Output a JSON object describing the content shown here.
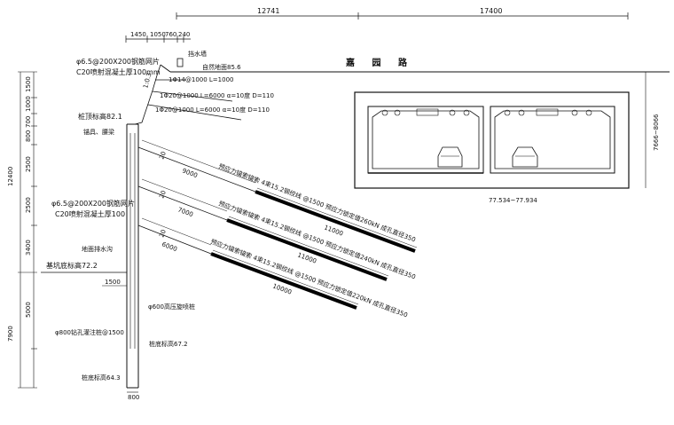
{
  "top_dims": {
    "left_span": "12741",
    "right_span": "17400",
    "small": [
      "1450",
      "1050",
      "760",
      "240"
    ]
  },
  "road": {
    "name": "嘉 园 路"
  },
  "top_notes": {
    "mesh": "φ6.5@200X200钢筋网片",
    "concrete": "C20喷射混凝土厚100mm",
    "water_stop": "挡水墙",
    "ground": "自然地面85.6",
    "nail1": "1Φ14@1000 L=1000",
    "nail2": "1Φ20@1000 L=6000 α=10度 D=110",
    "nail3": "1Φ20@1000 L=6000 α=10度 D=110",
    "slope": "1:0.3",
    "pile_top": "桩顶标高82.1",
    "anchor_head": "锚具、腰梁"
  },
  "anchors": [
    {
      "free": "9000",
      "bond": "11000",
      "label": "预应力锚索锚索 4束15.2钢绞线 @1500 预应力锁定值260kN 成孔直径350",
      "angle": "20"
    },
    {
      "free": "7000",
      "bond": "11000",
      "label": "预应力锚索锚索 4束15.2钢绞线 @1500 预应力锁定值240kN 成孔直径350",
      "angle": "20"
    },
    {
      "free": "6000",
      "bond": "10000",
      "label": "预应力锚索锚索 4束15.2钢绞线 @1500 预应力锁定值220kN 成孔直径350",
      "angle": "20"
    }
  ],
  "mid_notes": {
    "mesh2": "φ6.5@200X200钢筋网片",
    "concrete2": "C20喷射混凝土厚100",
    "drain": "地面排水沟",
    "pit_bottom": "基坑底标高72.2",
    "berm": "1500",
    "jet": "φ600高压旋喷桩",
    "pile": "φ800钻孔灌注桩@1500",
    "pile_bottom": "桩底标高67.2",
    "pile_tip": "桩底标高64.3",
    "width": "800"
  },
  "left_dims": {
    "total_top": "12400",
    "total_bottom": "7900",
    "segments": [
      "1500",
      "1000",
      "700",
      "800",
      "2500",
      "2500",
      "3400",
      "5000"
    ]
  },
  "tunnel": {
    "caption": "77.534~77.934",
    "side_dim": "7666~8066"
  },
  "colors": {
    "line": "#111111",
    "bar": "#000000"
  }
}
